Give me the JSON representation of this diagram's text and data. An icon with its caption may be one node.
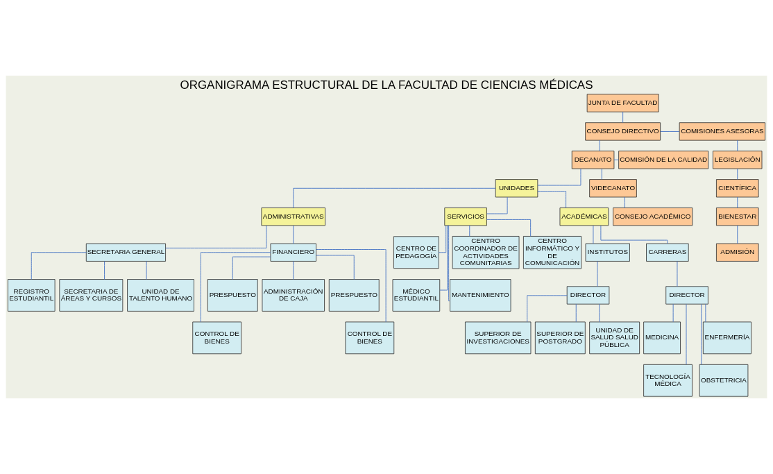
{
  "diagram": {
    "title": "ORGANIGRAMA ESTRUCTURAL DE LA FACULTAD DE CIENCIAS MÉDICAS",
    "nodes": [
      {
        "text": [
          "JUNTA DE FACULTAD"
        ]
      },
      {
        "text": [
          "CONSEJO DIRECTIVO"
        ]
      },
      {
        "text": [
          "COMISIONES ASESORAS"
        ]
      },
      {
        "text": [
          "COMISIÓN DE LA CALIDAD"
        ]
      },
      {
        "text": [
          "DECANATO"
        ]
      },
      {
        "text": [
          "LEGISLACIÓN"
        ]
      },
      {
        "text": [
          "CIENTÍFICA"
        ]
      },
      {
        "text": [
          "BIENESTAR"
        ]
      },
      {
        "text": [
          "ADMISIÓN"
        ]
      },
      {
        "text": [
          "VIDECANATO"
        ]
      },
      {
        "text": [
          "CONSEJO ACADÉMICO"
        ]
      },
      {
        "text": [
          "UNIDADES"
        ]
      },
      {
        "text": [
          "ACADÉMICAS"
        ]
      },
      {
        "text": [
          "ADMINISTRATIVAS"
        ]
      },
      {
        "text": [
          "SERVICIOS"
        ]
      },
      {
        "text": [
          "INSTITUTOS"
        ]
      },
      {
        "text": [
          "CARRERAS"
        ]
      },
      {
        "text": [
          "SECRETARIA GENERAL"
        ]
      },
      {
        "text": [
          "FINANCIERO"
        ]
      },
      {
        "text": [
          "CENTRO DE PEDAGOGÍA"
        ]
      },
      {
        "text": [
          "CENTRO COORDINADOR DE ACTIVIDADES COMUNITARIAS"
        ]
      },
      {
        "text": [
          "CENTRO INFORMÁTICO Y DE COMUNICACIÓN"
        ]
      },
      {
        "text": [
          "MÉDICO ESTUDIANTIL"
        ]
      },
      {
        "text": [
          "MANTENIMIENTO"
        ]
      },
      {
        "text": [
          "DIRECTOR"
        ]
      },
      {
        "text": [
          "DIRECTOR"
        ]
      },
      {
        "text": [
          "UNIDAD DE TALENTO HUMANO"
        ]
      },
      {
        "text": [
          "REGISTRO ESTUDIANTIL"
        ]
      },
      {
        "text": [
          "SECRETARIA DE ÁREAS Y CURSOS"
        ]
      },
      {
        "text": [
          "PRESPUESTO"
        ]
      },
      {
        "text": [
          "PRESPUESTO"
        ]
      },
      {
        "text": [
          "ADMINISTRACIÓN DE CAJA"
        ]
      },
      {
        "text": [
          "CONTROL DE BIENES"
        ]
      },
      {
        "text": [
          "CONTROL DE BIENES"
        ]
      },
      {
        "text": [
          "SUPERIOR DE INVESTIGACIONES"
        ]
      },
      {
        "text": [
          "SUPERIOR DE POSTGRADO"
        ]
      },
      {
        "text": [
          "UNIDAD DE SALUD SALUD PÚBLICA"
        ]
      },
      {
        "text": [
          "MEDICINA"
        ]
      },
      {
        "text": [
          "ENFERMERÍA"
        ]
      },
      {
        "text": [
          "TECNOLOGÍA MÉDICA"
        ]
      },
      {
        "text": [
          "OBSTETRICIA"
        ]
      }
    ],
    "edges": [
      {
        "from": 0,
        "to": 1,
        "arrow": "none"
      },
      {
        "from": 1,
        "to": 2,
        "arrow": "none"
      },
      {
        "from": 1,
        "to": 4,
        "arrow": "none"
      },
      {
        "from": 4,
        "to": 3,
        "arrow": "none"
      },
      {
        "from": 2,
        "to": 5,
        "arrow": "none"
      },
      {
        "from": 5,
        "to": 6,
        "arrow": "none"
      },
      {
        "from": 6,
        "to": 7,
        "arrow": "none"
      },
      {
        "from": 7,
        "to": 8,
        "arrow": "none"
      },
      {
        "from": 4,
        "to": 9,
        "arrow": "none"
      },
      {
        "from": 9,
        "to": 10,
        "arrow": "none"
      },
      {
        "from": 4,
        "to": 11,
        "arrow": "none"
      },
      {
        "from": 11,
        "to": 12,
        "arrow": "none"
      },
      {
        "from": 11,
        "to": 13,
        "arrow": "none"
      },
      {
        "from": 11,
        "to": 14,
        "arrow": "none"
      },
      {
        "from": 12,
        "to": 15,
        "arrow": "none"
      },
      {
        "from": 12,
        "to": 16,
        "arrow": "none"
      },
      {
        "from": 13,
        "to": 17,
        "arrow": "none"
      },
      {
        "from": 13,
        "to": 18,
        "arrow": "none"
      },
      {
        "from": 14,
        "to": 19,
        "arrow": "none"
      },
      {
        "from": 14,
        "to": 20,
        "arrow": "none"
      },
      {
        "from": 14,
        "to": 21,
        "arrow": "none"
      },
      {
        "from": 14,
        "to": 22,
        "arrow": "none"
      },
      {
        "from": 14,
        "to": 23,
        "arrow": "none"
      },
      {
        "from": 15,
        "to": 24,
        "arrow": "none"
      },
      {
        "from": 16,
        "to": 25,
        "arrow": "none"
      },
      {
        "from": 17,
        "to": 26,
        "arrow": "none"
      },
      {
        "from": 17,
        "to": 27,
        "arrow": "none"
      },
      {
        "from": 17,
        "to": 28,
        "arrow": "none"
      },
      {
        "from": 18,
        "to": 29,
        "arrow": "none"
      },
      {
        "from": 18,
        "to": 30,
        "arrow": "none"
      },
      {
        "from": 18,
        "to": 31,
        "arrow": "none"
      },
      {
        "from": 18,
        "to": 32,
        "arrow": "none"
      },
      {
        "from": 18,
        "to": 33,
        "arrow": "none"
      },
      {
        "from": 24,
        "to": 34,
        "arrow": "none"
      },
      {
        "from": 24,
        "to": 35,
        "arrow": "none"
      },
      {
        "from": 24,
        "to": 36,
        "arrow": "none"
      },
      {
        "from": 25,
        "to": 37,
        "arrow": "none"
      },
      {
        "from": 25,
        "to": 38,
        "arrow": "none"
      },
      {
        "from": 25,
        "to": 39,
        "arrow": "none"
      },
      {
        "from": 25,
        "to": 40,
        "arrow": "none"
      }
    ]
  }
}
